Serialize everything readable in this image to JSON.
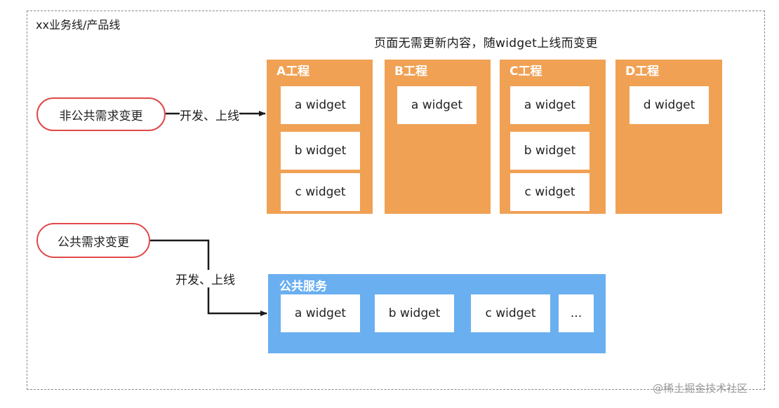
{
  "frame_title": "xx业务线/产品线",
  "note": "页面无需更新内容，随widget上线而变更",
  "projects": [
    {
      "title": "A工程",
      "widgets": [
        "a widget",
        "b widget",
        "c widget"
      ]
    },
    {
      "title": "B工程",
      "widgets": [
        "a widget"
      ]
    },
    {
      "title": "C工程",
      "widgets": [
        "a widget",
        "b widget",
        "c widget"
      ]
    },
    {
      "title": "D工程",
      "widgets": [
        "d widget"
      ]
    }
  ],
  "flows": [
    {
      "source": "非公共需求变更",
      "label": "开发、上线"
    },
    {
      "source": "公共需求变更",
      "label": "开发、上线"
    }
  ],
  "public_service": {
    "title": "公共服务",
    "widgets": [
      "a widget",
      "b widget",
      "c widget",
      "..."
    ]
  },
  "watermark": "@稀土掘金技术社区",
  "colors": {
    "project_fill": "#f0a154",
    "service_fill": "#6aaff0",
    "pill_border": "#e04848",
    "frame_border": "#8a8a8a"
  }
}
